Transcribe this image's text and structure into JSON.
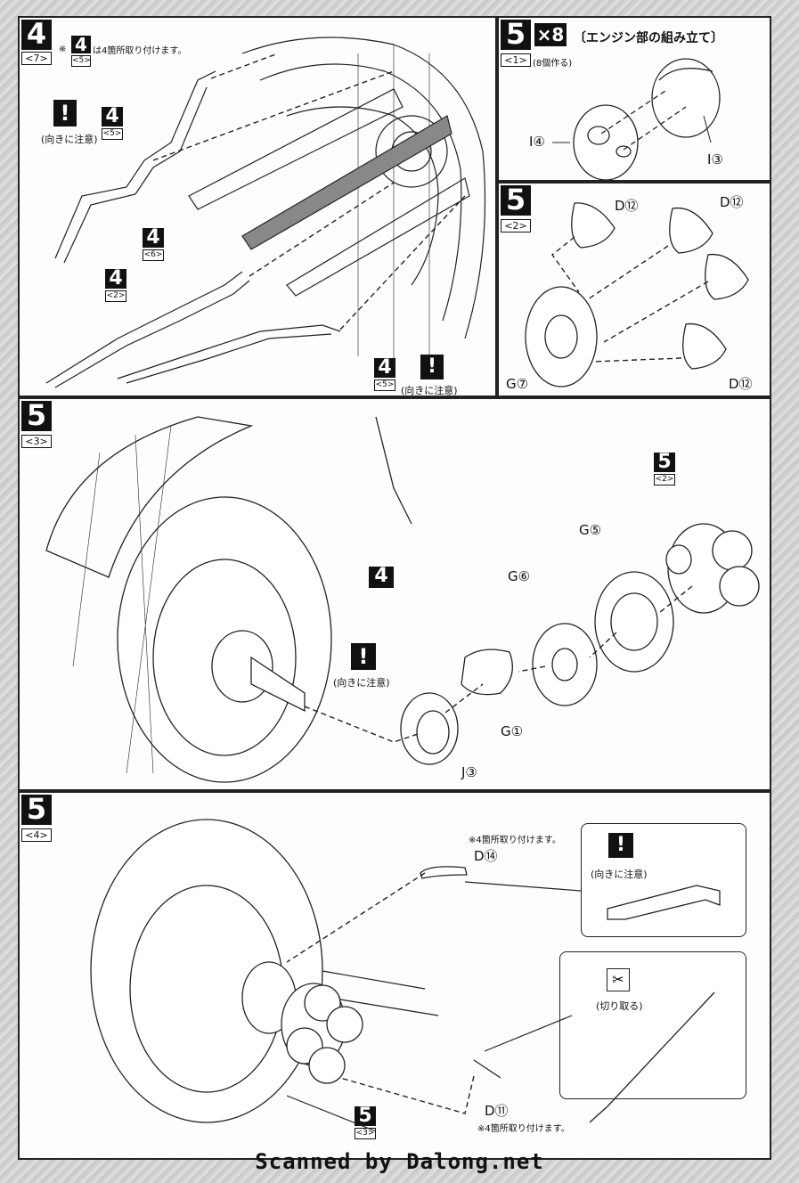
{
  "panel4": {
    "step": "4",
    "sub": "<7>",
    "note_step": "4",
    "note_sub": "<5>",
    "note_prefix": "※",
    "note_text": "は4箇所取り付けます。",
    "callouts": [
      {
        "step": "4",
        "sub": "<5>",
        "caution": "(向きに注意)"
      },
      {
        "step": "4",
        "sub": "<6>"
      },
      {
        "step": "4",
        "sub": "<2>"
      },
      {
        "step": "4",
        "sub": "<5>",
        "caution": "(向きに注意)"
      }
    ],
    "warn_symbol": "!"
  },
  "panel51": {
    "step": "5",
    "sub": "<1>",
    "multiplier": "×8",
    "multiplier_note": "(8個作る)",
    "title": "〔エンジン部の組み立て〕",
    "parts": [
      "I④",
      "I③"
    ]
  },
  "panel52": {
    "step": "5",
    "sub": "<2>",
    "parts": [
      "D⑫",
      "D⑫",
      "G⑦",
      "D⑫"
    ]
  },
  "panel53": {
    "step": "5",
    "sub": "<3>",
    "ref_step": "5",
    "ref_sub": "<2>",
    "big_ref": "4",
    "caution": "(向きに注意)",
    "parts": [
      "G⑤",
      "G⑥",
      "G①",
      "J③"
    ]
  },
  "panel54": {
    "step": "5",
    "sub": "<4>",
    "note_top": "※4箇所取り付けます。",
    "note_bottom": "※4箇所取り付けます。",
    "parts": [
      "D⑭",
      "D⑪"
    ],
    "caution": "(向きに注意)",
    "cut": "(切り取る)",
    "ref_step": "5",
    "ref_sub": "<3>"
  },
  "footer": "Scanned by Dalong.net"
}
